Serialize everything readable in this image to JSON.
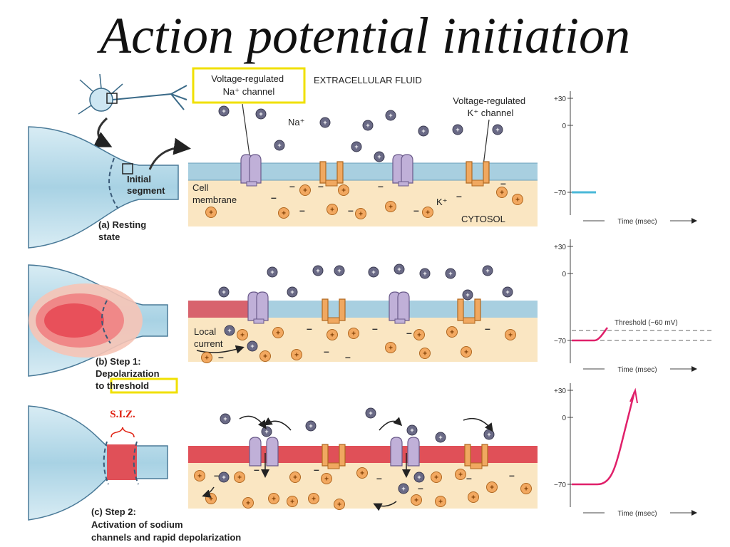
{
  "title": "Action potential initiation",
  "labels": {
    "na_channel": [
      "Voltage-regulated",
      "Na⁺ channel"
    ],
    "extracellular": "EXTRACELLULAR  FLUID",
    "k_channel": [
      "Voltage-regulated",
      "K⁺ channel"
    ],
    "na_ion": "Na⁺",
    "k_ion": "K⁺",
    "initial_segment": [
      "Initial",
      "segment"
    ],
    "cell_membrane": [
      "Cell",
      "membrane"
    ],
    "cytosol": "CYTOSOL",
    "local_current": [
      "Local",
      "current"
    ],
    "siz": "S.I.Z."
  },
  "panels": [
    {
      "id": "a",
      "caption": [
        "(a) Resting",
        "state"
      ]
    },
    {
      "id": "b",
      "caption": [
        "(b) Step 1:",
        "Depolarization",
        "to threshold"
      ]
    },
    {
      "id": "c",
      "caption": [
        "(c) Step 2:",
        "Activation of sodium",
        "channels and rapid depolarization"
      ]
    }
  ],
  "graphs": {
    "ticks": [
      "+30",
      "0",
      "−70"
    ],
    "xlabel": "Time (msec)",
    "threshold_label": "Threshold (−60 mV)"
  },
  "colors": {
    "membrane": "#a8cfe0",
    "depolarized": "#e05058",
    "cytosol": "#fae6c2",
    "highlight": "#f0e000",
    "na_channel": "#c0b0d8",
    "k_channel": "#f0a860",
    "trace": "#e0206a",
    "baseline": "#4ab8d8"
  }
}
